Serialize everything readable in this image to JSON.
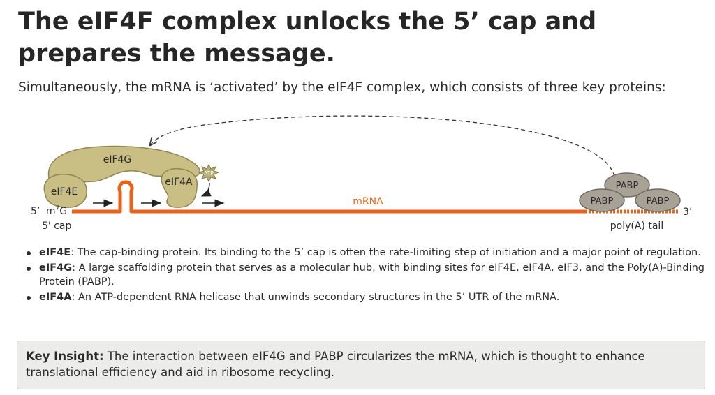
{
  "title": "The eIF4F complex unlocks the 5’ cap and prepares the message.",
  "subtitle": "Simultaneously, the mRNA is ‘activated’ by the eIF4F complex, which consists of three key proteins:",
  "diagram": {
    "proteins": {
      "eif4g": "eIF4G",
      "eif4e": "eIF4E",
      "eif4a": "eIF4A",
      "atp": "ATP",
      "pabp": [
        "PABP",
        "PABP",
        "PABP"
      ]
    },
    "mrna_label": "mRNA",
    "five_prime": "5’",
    "m7g": "m",
    "m7g_sup": "7",
    "m7g_g": "G",
    "five_cap": "5' cap",
    "three_prime": "3’",
    "polya": "poly(A) tail",
    "colors": {
      "mrna": "#e8621a",
      "protein_fill": "#c9bf85",
      "protein_stroke": "#8f8650",
      "pabp_fill": "#a8a196",
      "pabp_stroke": "#6f6a61"
    }
  },
  "bullets": [
    {
      "term": "eIF4E",
      "text": ": The cap-binding protein. Its binding to the 5’ cap is often the rate-limiting step of initiation and a major point of regulation."
    },
    {
      "term": "eIF4G",
      "text": ": A large scaffolding protein that serves as  a molecular hub, with binding sites for eIF4E, eIF4A, eIF3, and the Poly(A)-Binding Protein (PABP)."
    },
    {
      "term": "eIF4A",
      "text": ": An ATP-dependent RNA helicase that unwinds secondary structures in the 5’ UTR of the mRNA."
    }
  ],
  "insight": {
    "label": "Key Insight:",
    "text": " The interaction between eIF4G and PABP circularizes the mRNA, which is thought to enhance translational efficiency and aid in ribosome recycling."
  }
}
